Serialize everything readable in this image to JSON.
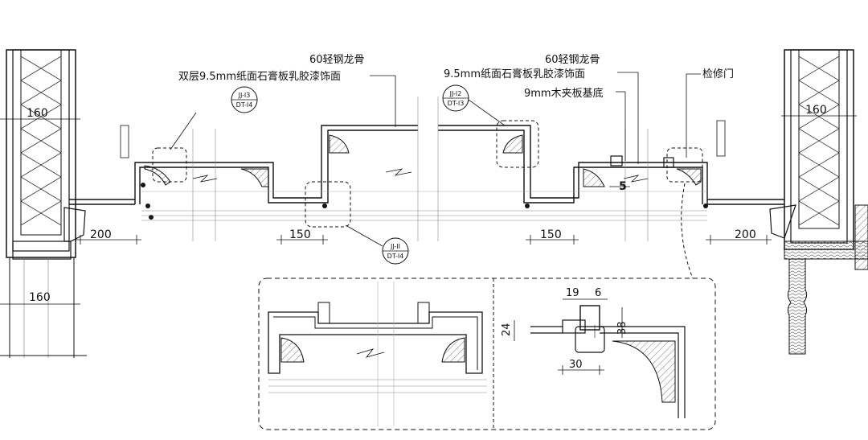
{
  "annotations": {
    "keel_left": "60轻钢龙骨",
    "board_left": "双层9.5mm纸面石膏板乳胶漆饰面",
    "keel_right": "60轻钢龙骨",
    "board_right": "9.5mm纸面石膏板乳胶漆饰面",
    "plywood": "9mm木夹板基底",
    "access_door": "检修门"
  },
  "dimensions": {
    "wall_left_top": "160",
    "wall_right_top": "160",
    "wall_left_bottom": "160",
    "span_left": "200",
    "span_right": "200",
    "step_left": "150",
    "step_right": "150",
    "gap": "5",
    "detail_19": "19",
    "detail_6": "6",
    "detail_24": "24",
    "detail_38": "38",
    "detail_30": "30"
  },
  "callouts": [
    {
      "top": "JJ-I3",
      "bottom": "DT-I4"
    },
    {
      "top": "JJ-I2",
      "bottom": "DT-I3"
    },
    {
      "top": "JJ-II",
      "bottom": "DT-I4"
    }
  ]
}
